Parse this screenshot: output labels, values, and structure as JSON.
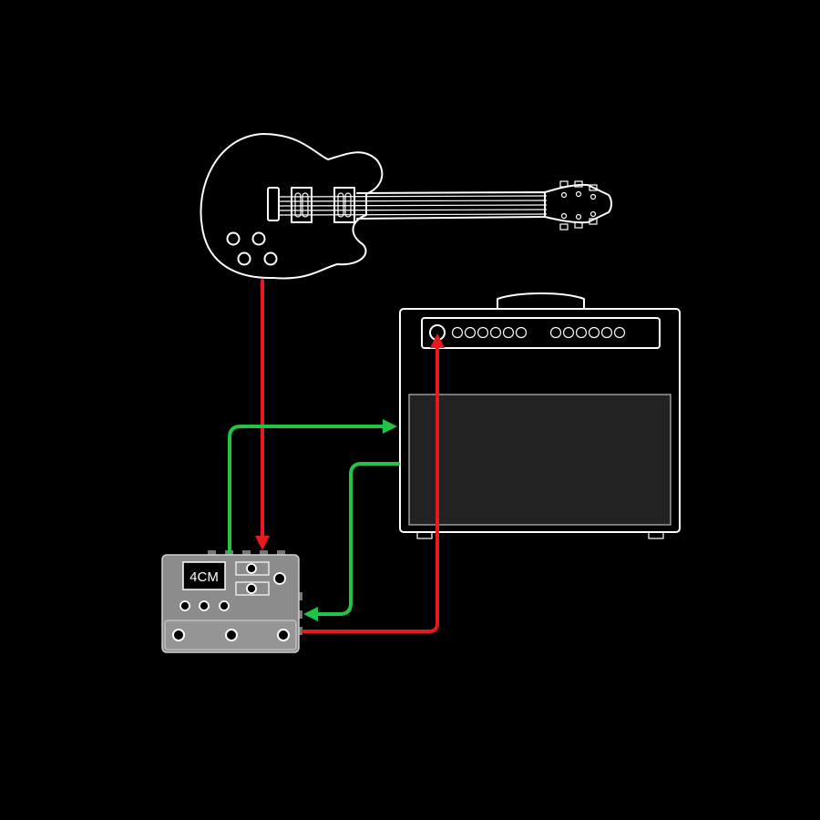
{
  "device": {
    "screen_label": "4CM"
  },
  "colors": {
    "background": "#000000",
    "outline": "#ffffff",
    "cable_red": "#e8191c",
    "cable_green": "#22c445",
    "device_body": "#8c8c8c",
    "amp_grille": "#222222"
  },
  "cables": [
    {
      "name": "guitar-to-processor-input",
      "color": "red"
    },
    {
      "name": "processor-send-to-amp-input",
      "color": "red"
    },
    {
      "name": "processor-to-amp-front",
      "color": "green"
    },
    {
      "name": "amp-fx-send-to-processor-return",
      "color": "green"
    }
  ],
  "icons": {
    "guitar": "electric-guitar-icon",
    "amp": "combo-amp-icon",
    "processor": "multi-effects-processor-icon"
  }
}
